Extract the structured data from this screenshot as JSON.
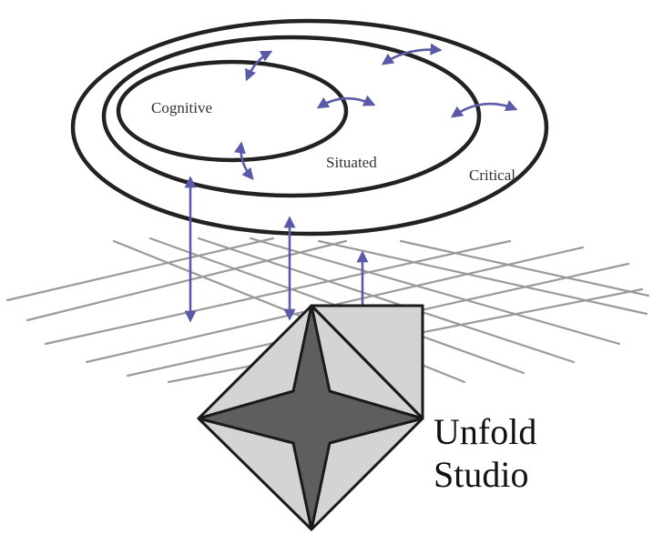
{
  "labels": {
    "cognitive": "Cognitive",
    "situated": "Situated",
    "critical": "Critical"
  },
  "title": {
    "line1": "Unfold",
    "line2": "Studio"
  },
  "colors": {
    "ring": "#222222",
    "arrow": "#5a5aa8",
    "grid": "#9a9a9a",
    "logo_light": "#d4d4d4",
    "logo_dark": "#5e5e5e",
    "logo_outline": "#1a1a1a"
  },
  "icons": {
    "logo": "folded-paper-star-icon"
  }
}
